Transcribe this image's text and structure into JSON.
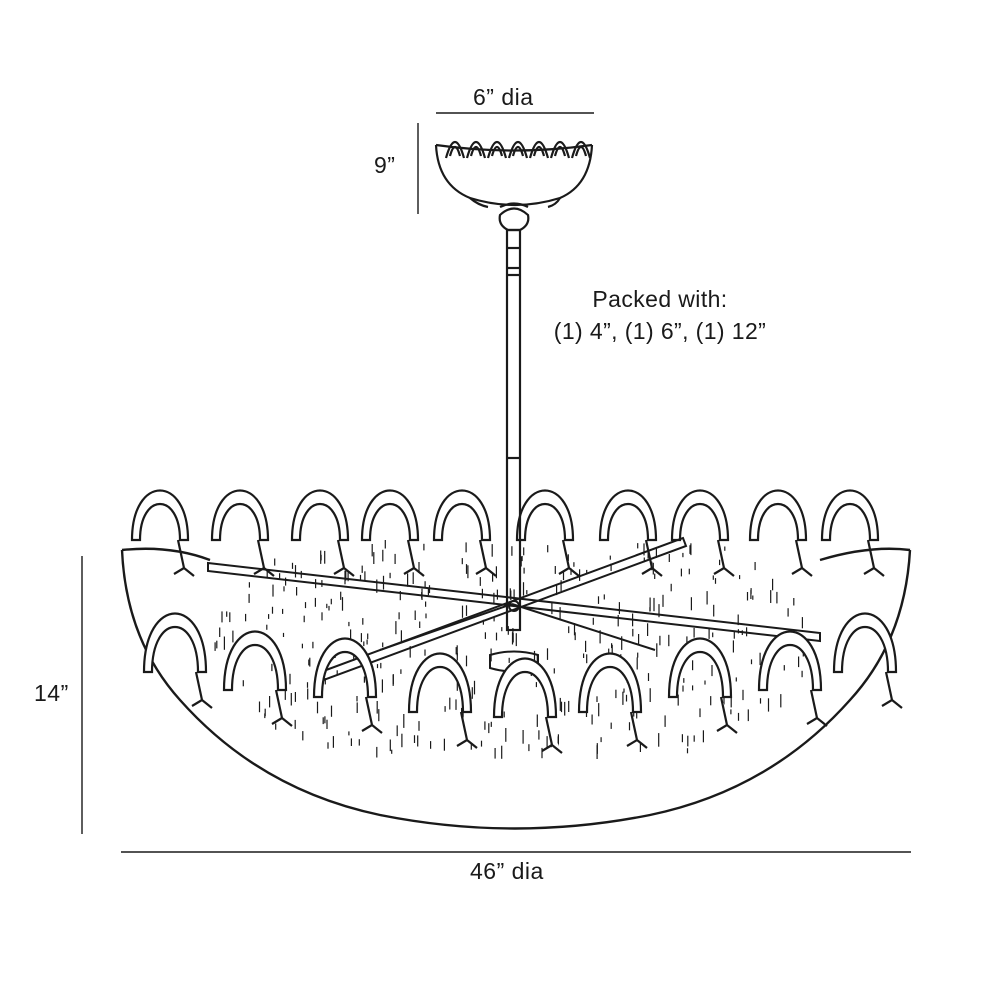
{
  "dimensions": {
    "canopy_diameter": "6” dia",
    "canopy_height": "9”",
    "fixture_height": "14”",
    "fixture_diameter": "46” dia"
  },
  "packing_note": {
    "heading": "Packed with:",
    "rods": "(1) 4”, (1) 6”, (1) 12”"
  },
  "colors": {
    "line": "#1a1a1a",
    "background": "#ffffff"
  },
  "icons": {
    "fixture": "chandelier-line-drawing"
  }
}
